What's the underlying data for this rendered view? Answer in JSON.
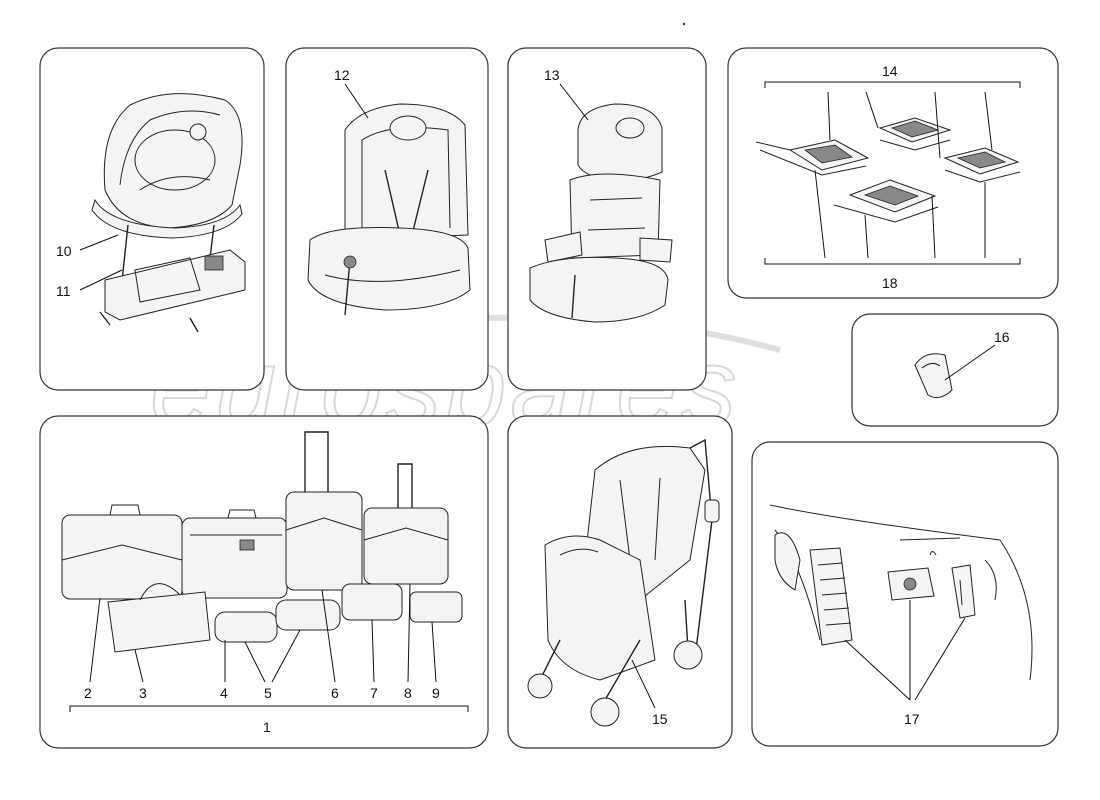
{
  "diagram": {
    "watermark": "eurospares",
    "labels": {
      "p1": "1",
      "p2": "2",
      "p3": "3",
      "p4": "4",
      "p5": "5",
      "p6": "6",
      "p7": "7",
      "p8": "8",
      "p9": "9",
      "p10": "10",
      "p11": "11",
      "p12": "12",
      "p13": "13",
      "p14": "14",
      "p15": "15",
      "p16": "16",
      "p17": "17",
      "p18": "18"
    }
  }
}
